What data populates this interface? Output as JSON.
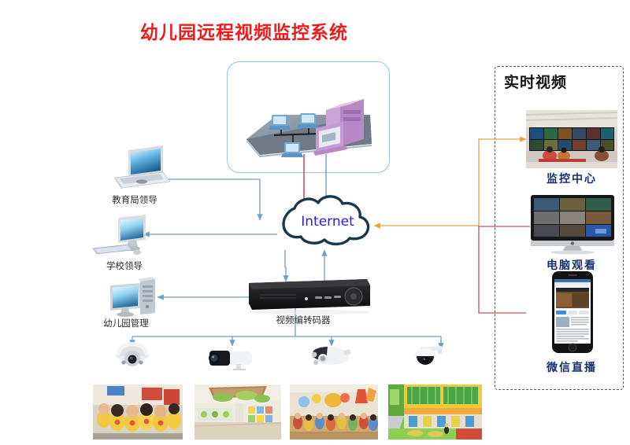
{
  "page": {
    "title": "幼儿园远程视频监控系统",
    "title_color": "#ee1b1b",
    "background": "#ffffff"
  },
  "right_panel": {
    "heading": "实时视频",
    "border_style": "dashed",
    "items": [
      {
        "label": "监控中心",
        "icon": "video-wall-photo"
      },
      {
        "label": "电脑观看",
        "icon": "imac-monitor-photo"
      },
      {
        "label": "微信直播",
        "icon": "smartphone-photo"
      }
    ],
    "label_color": "#15306b"
  },
  "nodes": {
    "lan_box": {
      "label": "",
      "icon": "lan-topology-illustration"
    },
    "internet": {
      "label": "Internet",
      "label_color": "#2a20d6",
      "icon": "cloud-icon"
    },
    "education_bureau": {
      "label": "教育局领导",
      "icon": "laptop-icon"
    },
    "school_leader": {
      "label": "学校领导",
      "icon": "desktop-computer-icon"
    },
    "kindergarten_admin": {
      "label": "幼儿园管理",
      "icon": "desktop-tower-icon"
    },
    "encoder": {
      "label": "视频编转码器",
      "icon": "dvr-encoder-icon"
    }
  },
  "cameras": [
    {
      "label": "",
      "icon": "dome-camera-icon"
    },
    {
      "label": "",
      "icon": "bullet-camera-icon"
    },
    {
      "label": "",
      "icon": "wide-dome-camera-icon"
    },
    {
      "label": "",
      "icon": "ptz-camera-icon"
    }
  ],
  "site_photos": [
    {
      "label": "",
      "icon": "kindergarten-children-photo"
    },
    {
      "label": "",
      "icon": "kindergarten-hall-photo"
    },
    {
      "label": "",
      "icon": "kindergarten-classroom-photo"
    },
    {
      "label": "",
      "icon": "kindergarten-playground-photo"
    }
  ],
  "connector_colors": {
    "blue": "#6f9fc4",
    "orange": "#e8a33d",
    "red": "#c9505f",
    "cloud_outline": "#16394b"
  }
}
